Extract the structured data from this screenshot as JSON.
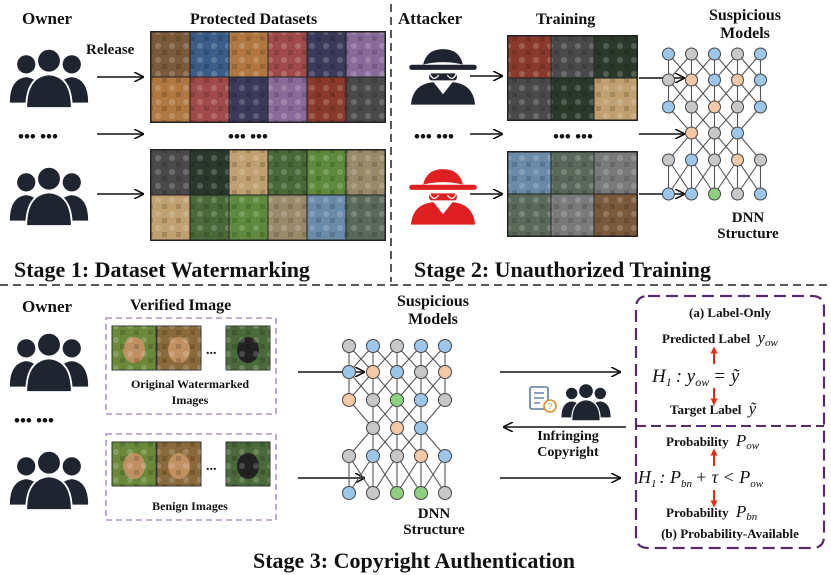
{
  "stage1": {
    "owner_label": "Owner",
    "release_label": "Release",
    "datasets_title": "Protected Datasets",
    "ellipsis_left": "••• •••",
    "ellipsis_mid": "••• •••",
    "title": "Stage 1: Dataset Watermarking"
  },
  "stage2": {
    "attacker_label": "Attacker",
    "training_label": "Training",
    "suspicious_line1": "Suspicious",
    "suspicious_line2": "Models",
    "ellipsis_left": "••• •••",
    "ellipsis_mid": "••• •••",
    "dnn_line1": "DNN",
    "dnn_line2": "Structure",
    "title": "Stage 2: Unauthorized Training"
  },
  "stage3": {
    "owner_label": "Owner",
    "verified_title": "Verified Image",
    "original_line1": "Original Watermarked",
    "original_line2": "Images",
    "benign_label": "Benign Images",
    "ellipsis_left": "••• •••",
    "ellipsis_img": "...",
    "suspicious_line1": "Suspicious",
    "suspicious_line2": "Models",
    "dnn_line1": "DNN",
    "dnn_line2": "Structure",
    "infringing_line1": "Infringing",
    "infringing_line2": "Copyright",
    "title": "Stage 3: Copyright Authentication"
  },
  "label_only": {
    "title": "(a) Label-Only",
    "predicted_label": "Predicted Label",
    "predicted_symbol": "y",
    "predicted_sub": "ow",
    "hypothesis_head": "H",
    "hypothesis_sub": "1",
    "hypothesis_rest": ": y",
    "hypothesis_rest_sub": "ow",
    "hypothesis_tail": "= ỹ",
    "target_label": "Target Label",
    "target_symbol": "ỹ"
  },
  "prob_available": {
    "prob_top": "Probability",
    "prob_top_symbol": "P",
    "prob_top_sub": "ow",
    "hyp_head": "H",
    "hyp_sub": "1",
    "hyp_mid": ": P",
    "hyp_mid_sub": "bn",
    "hyp_tail": "+ τ < P",
    "hyp_tail_sub": "ow",
    "prob_bottom": "Probability",
    "prob_bottom_symbol": "P",
    "prob_bottom_sub": "bn",
    "title": "(b) Probability-Available"
  },
  "colors": {
    "user_dark": "#1f2530",
    "attacker_red": "#e02020",
    "node_blue": "#9cc7ea",
    "node_orange": "#f5c9a6",
    "node_green": "#8fd080",
    "node_gray": "#c8c8c8",
    "dashed_purple": "#5a2a6a",
    "frame_purple": "#b494c8",
    "arrow_red": "#e03010"
  }
}
